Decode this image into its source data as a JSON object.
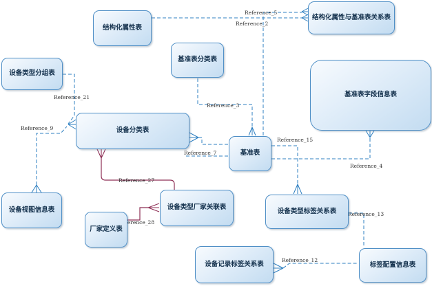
{
  "diagram": {
    "type": "entity-relationship-diagram",
    "background_color": "#ffffff",
    "entity_fill_top": "#f8fbfe",
    "entity_fill_bottom": "#c3dcf1",
    "entity_border_color": "#4f8fc6",
    "entity_text_color": "#14314d",
    "reference_line_color": "#2d7fc1",
    "reference_line_color_alt": "#8e2f55",
    "reference_label_color": "#333333"
  },
  "entities": [
    {
      "label": "结构化属性表"
    },
    {
      "label": "结构化属性与基准表关系表"
    },
    {
      "label": "基准表分类表"
    },
    {
      "label": "设备类型分组表"
    },
    {
      "label": "基准表字段信息表"
    },
    {
      "label": "设备分类表"
    },
    {
      "label": "基准表"
    },
    {
      "label": "设备视图信息表"
    },
    {
      "label": "厂家定义表"
    },
    {
      "label": "设备类型厂家关联表"
    },
    {
      "label": "设备类型标签关系表"
    },
    {
      "label": "设备记录标签关系表"
    },
    {
      "label": "标签配置信息表"
    }
  ],
  "references": [
    {
      "label": "Reference_5"
    },
    {
      "label": "Reference_2"
    },
    {
      "label": "Reference_21"
    },
    {
      "label": "Reference_9"
    },
    {
      "label": "Reference_3"
    },
    {
      "label": "Reference_7"
    },
    {
      "label": "Reference_15"
    },
    {
      "label": "Reference_4"
    },
    {
      "label": "Reference_27"
    },
    {
      "label": "Reference_28"
    },
    {
      "label": "Reference_13"
    },
    {
      "label": "Reference_12"
    }
  ]
}
